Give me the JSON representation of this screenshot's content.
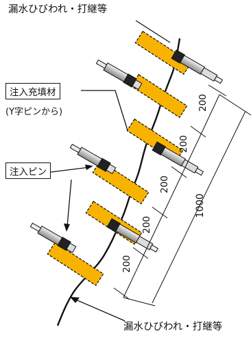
{
  "labels": {
    "crack_top": "漏水ひびわれ・打継等",
    "crack_bottom": "漏水ひびわれ・打継等",
    "injection_material": "注入充填材",
    "injection_material_note": "(Y字ピンから)",
    "injection_pin": "注入ピン"
  },
  "dimensions": {
    "spacing": [
      "200",
      "200",
      "200",
      "200",
      "200"
    ],
    "total": "1000"
  },
  "colors": {
    "material_fill": "#f7b300",
    "line": "#111111",
    "pin_metal": "#d9d9d9"
  }
}
